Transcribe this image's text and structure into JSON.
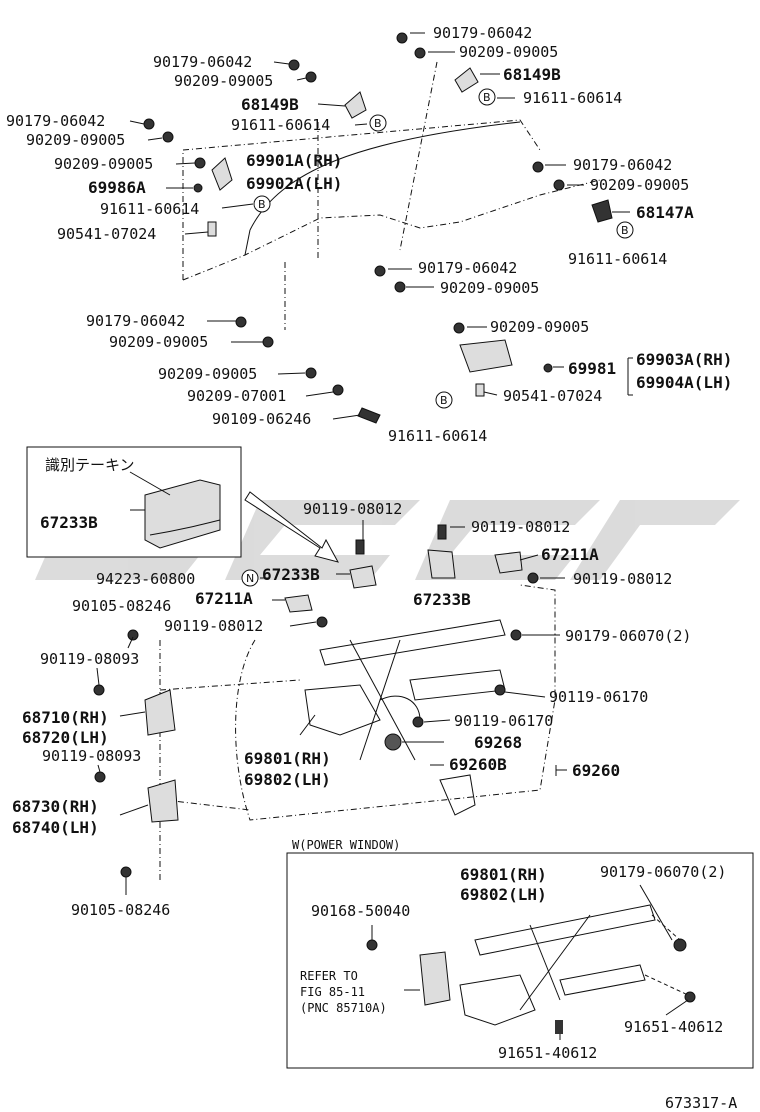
{
  "watermark": "",
  "diagram_id": "673317-A",
  "inset_top": {
    "label_jp": "識別テーキン",
    "part": "67233B"
  },
  "inset_bottom": {
    "title": "W(POWER WINDOW)",
    "refer_line1": "REFER TO",
    "refer_line2": "FIG 85-11",
    "refer_line3": "(PNC 85710A)"
  },
  "symbols": {
    "b": "B",
    "n": "N"
  },
  "labels": {
    "l01": "90179-06042",
    "l02": "90209-09005",
    "l03": "68149B",
    "l04": "91611-60614",
    "l05": "90179-06042",
    "l06": "90209-09005",
    "l07": "68149B",
    "l08": "91611-60614",
    "l09": "90179-06042",
    "l10": "90209-09005",
    "l11": "90209-09005",
    "l12": "69901A(RH)",
    "l13": "69902A(LH)",
    "l14": "69986A",
    "l15": "91611-60614",
    "l16": "90541-07024",
    "l17": "90179-06042",
    "l18": "90209-09005",
    "l19": "68147A",
    "l20": "91611-60614",
    "l21": "90179-06042",
    "l22": "90209-09005",
    "l23": "90179-06042",
    "l24": "90209-09005",
    "l25": "90209-09005",
    "l26": "69981",
    "l27": "69903A(RH)",
    "l28": "69904A(LH)",
    "l29": "90209-09005",
    "l30": "90209-07001",
    "l31": "90541-07024",
    "l32": "90109-06246",
    "l33": "91611-60614",
    "l34": "90119-08012",
    "l35": "90119-08012",
    "l36": "67211A",
    "l37": "94223-60800",
    "l38": "67233B",
    "l39": "90119-08012",
    "l40": "67211A",
    "l41": "67233B",
    "l42": "90105-08246",
    "l43": "90119-08012",
    "l44": "90179-06070(2)",
    "l45": "90119-08093",
    "l46": "90119-06170",
    "l47": "68710(RH)",
    "l48": "68720(LH)",
    "l49": "90119-06170",
    "l50": "90119-08093",
    "l51": "69801(RH)",
    "l52": "69802(LH)",
    "l53": "69268",
    "l54": "69260B",
    "l55": "69260",
    "l56": "68730(RH)",
    "l57": "68740(LH)",
    "l58": "90105-08246",
    "l59": "69801(RH)",
    "l60": "69802(LH)",
    "l61": "90179-06070(2)",
    "l62": "90168-50040",
    "l63": "91651-40612",
    "l64": "91651-40612"
  }
}
